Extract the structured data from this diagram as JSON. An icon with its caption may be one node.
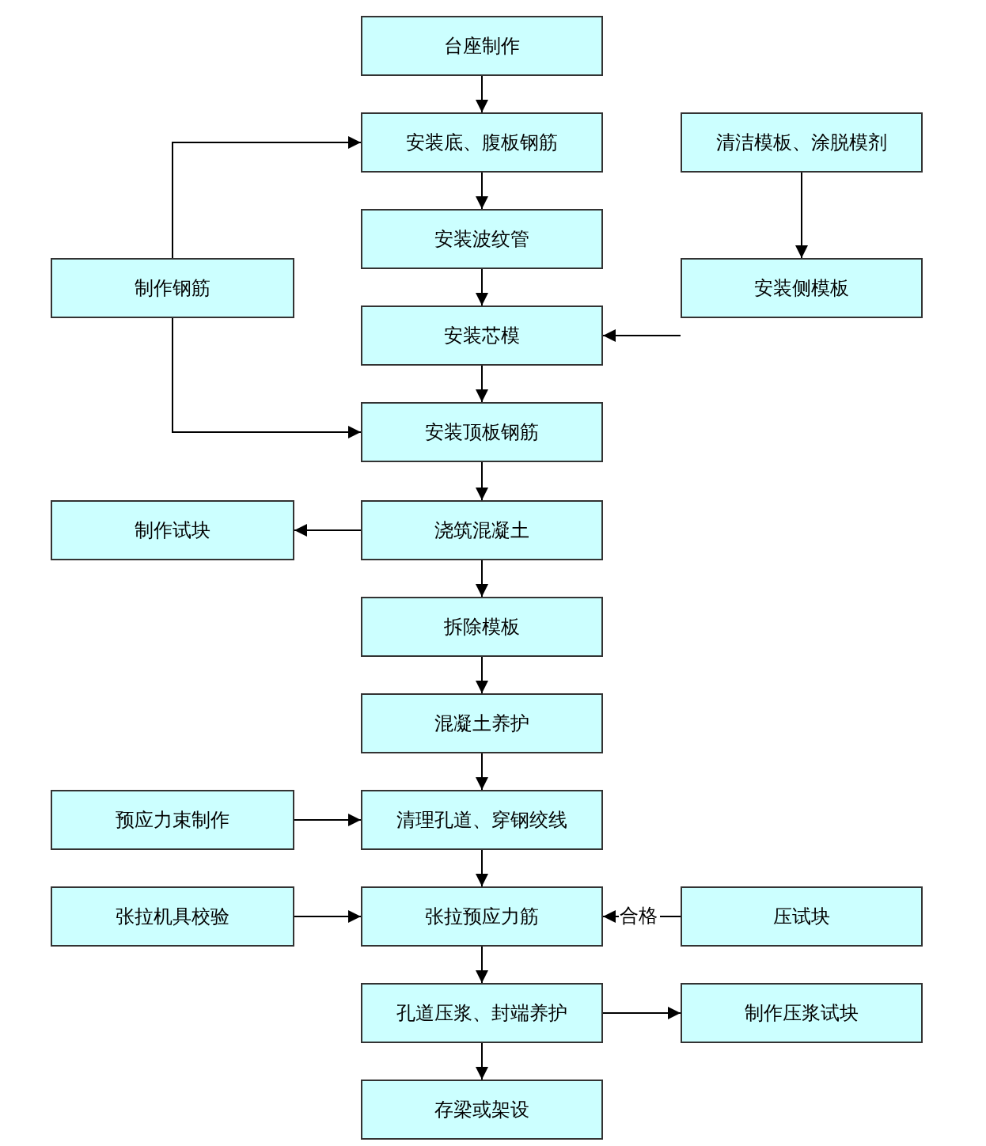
{
  "diagram": {
    "nodes": [
      {
        "text": [
          "台座制作"
        ]
      },
      {
        "text": [
          "安装底、腹板钢筋"
        ]
      },
      {
        "text": [
          "清洁模板、涂脱模剂"
        ]
      },
      {
        "text": [
          "安装波纹管"
        ]
      },
      {
        "text": [
          "制作钢筋"
        ]
      },
      {
        "text": [
          "安装侧模板"
        ]
      },
      {
        "text": [
          "安装芯模"
        ]
      },
      {
        "text": [
          "安装顶板钢筋"
        ]
      },
      {
        "text": [
          "制作试块"
        ]
      },
      {
        "text": [
          "浇筑混凝土"
        ]
      },
      {
        "text": [
          "拆除模板"
        ]
      },
      {
        "text": [
          "混凝土养护"
        ]
      },
      {
        "text": [
          "预应力束制作"
        ]
      },
      {
        "text": [
          "清理孔道、穿钢绞线"
        ]
      },
      {
        "text": [
          "张拉机具校验"
        ]
      },
      {
        "text": [
          "张拉预应力筋"
        ]
      },
      {
        "text": [
          "压试块"
        ]
      },
      {
        "text": [
          "孔道压浆、封端养护"
        ]
      },
      {
        "text": [
          "制作压浆试块"
        ]
      },
      {
        "text": [
          "存梁或架设"
        ]
      }
    ],
    "edges": [
      {
        "from": 0,
        "to": 1,
        "arrow": "to"
      },
      {
        "from": 1,
        "to": 3,
        "arrow": "to"
      },
      {
        "from": 2,
        "to": 5,
        "arrow": "to"
      },
      {
        "from": 3,
        "to": 6,
        "arrow": "to"
      },
      {
        "from": 5,
        "to": 6,
        "arrow": "to"
      },
      {
        "from": 4,
        "to": 1,
        "arrow": "to"
      },
      {
        "from": 4,
        "to": 7,
        "arrow": "to"
      },
      {
        "from": 6,
        "to": 7,
        "arrow": "to"
      },
      {
        "from": 7,
        "to": 9,
        "arrow": "to"
      },
      {
        "from": 9,
        "to": 8,
        "arrow": "to"
      },
      {
        "from": 9,
        "to": 10,
        "arrow": "to"
      },
      {
        "from": 10,
        "to": 11,
        "arrow": "to"
      },
      {
        "from": 11,
        "to": 13,
        "arrow": "to"
      },
      {
        "from": 12,
        "to": 13,
        "arrow": "to"
      },
      {
        "from": 13,
        "to": 15,
        "arrow": "to"
      },
      {
        "from": 14,
        "to": 15,
        "arrow": "to"
      },
      {
        "from": 16,
        "to": 15,
        "arrow": "to",
        "label": "合格"
      },
      {
        "from": 15,
        "to": 17,
        "arrow": "to"
      },
      {
        "from": 17,
        "to": 18,
        "arrow": "to"
      },
      {
        "from": 17,
        "to": 19,
        "arrow": "to"
      }
    ]
  }
}
